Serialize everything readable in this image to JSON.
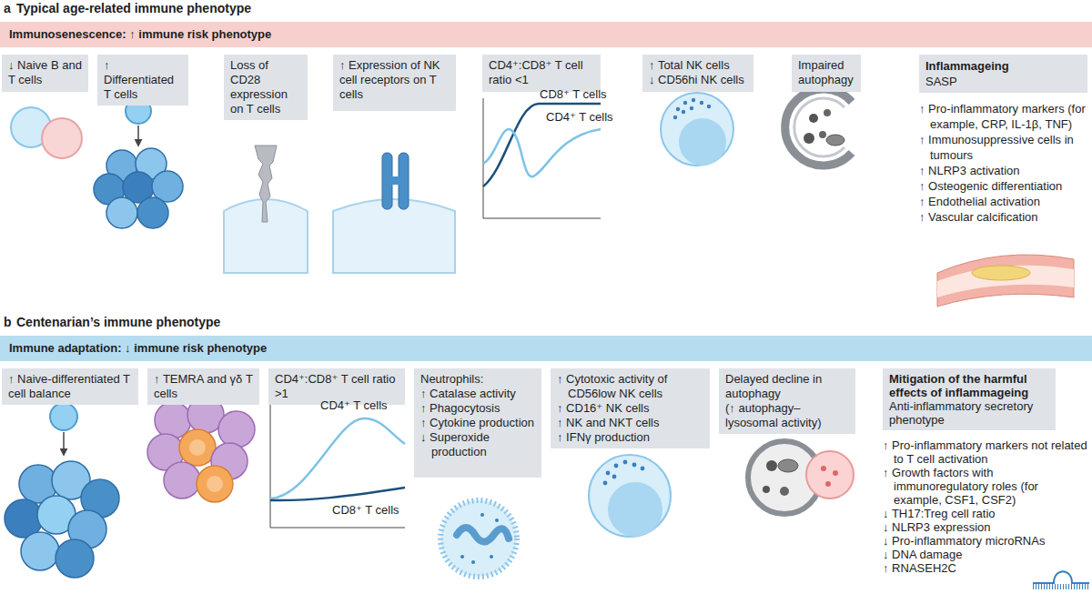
{
  "diagram": {
    "nodes": [
      {
        "text": [
          "Immunosenescence: ↑ immune risk phenotype"
        ]
      },
      {
        "text": [
          "↓ Naive B and T cells"
        ]
      },
      {
        "text": [
          "↑ Differentiated T cells"
        ]
      },
      {
        "text": [
          "Loss of CD28 expression on T cells"
        ]
      },
      {
        "text": [
          "↑ Expression of NK cell receptors on T cells"
        ]
      },
      {
        "text": [
          "CD4⁺:CD8⁺ T cell ratio <1"
        ]
      },
      {
        "text": [
          "↑ Total NK cells",
          "↓ CD56hi NK cells"
        ]
      },
      {
        "text": [
          "Impaired autophagy"
        ]
      },
      {
        "text": [
          "Inflammageing",
          "SASP",
          "↑ Pro-inflammatory markers (for example, CRP, IL-1β, TNF)",
          "↑ Immunosuppressive cells in tumours",
          "↑ NLRP3 activation",
          "↑ Osteogenic differentiation",
          "↑ Endothelial activation",
          "↑ Vascular calcification"
        ]
      },
      {
        "text": [
          "Immune adaptation: ↓ immune risk phenotype"
        ]
      },
      {
        "text": [
          "↑ Naive-differentiated T cell balance"
        ]
      },
      {
        "text": [
          "↑ TEMRA and γδ T cells"
        ]
      },
      {
        "text": [
          "CD4⁺:CD8⁺ T cell ratio >1"
        ]
      },
      {
        "text": [
          "Neutrophils:",
          "↑ Catalase activity",
          "↑ Phagocytosis",
          "↑ Cytokine production",
          "↓ Superoxide production"
        ]
      },
      {
        "text": [
          "↑ Cytotoxic activity of CD56low NK cells",
          "↑ CD16⁺ NK cells",
          "↑ NK and NKT cells",
          "↑ IFNγ production"
        ]
      },
      {
        "text": [
          "Delayed decline in autophagy",
          "(↑ autophagy–lysosomal activity)"
        ]
      },
      {
        "text": [
          "Mitigation of the harmful effects of inflammageing",
          "Anti-inflammatory secretory phenotype",
          "↑ Pro-inflammatory markers not related to T cell activation",
          "↑ Growth factors with immunoregulatory roles (for example, CSF1, CSF2)",
          "↓ TH17:Treg cell ratio",
          "↓ NLRP3 expression",
          "↓ Pro-inflammatory microRNAs",
          "↓ DNA damage",
          "↑ RNASEH2C"
        ]
      }
    ],
    "labels": [
      "a",
      "Typical age-related immune phenotype",
      "CD8⁺ T cells",
      "CD4⁺ T cells",
      "b",
      "Centenarian’s immune phenotype",
      "CD4⁺ T cells",
      "CD8⁺ T cells"
    ]
  }
}
